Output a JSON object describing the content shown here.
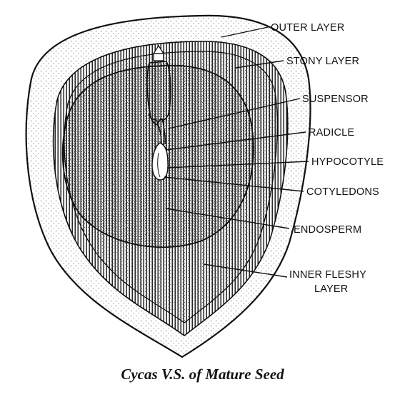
{
  "labels": {
    "outer_layer": "OUTER LAYER",
    "stony_layer": "STONY LAYER",
    "suspensor": "SUSPENSOR",
    "radicle": "RADICLE",
    "hypocotyle": "HYPOCOTYLE",
    "cotyledons": "COTYLEDONS",
    "endosperm": "ENDOSPERM",
    "inner_fleshy_line1": "INNER FLESHY",
    "inner_fleshy_line2": "LAYER"
  },
  "caption": "Cycas V.S. of Mature Seed",
  "colors": {
    "ink": "#111111",
    "background": "#ffffff"
  }
}
